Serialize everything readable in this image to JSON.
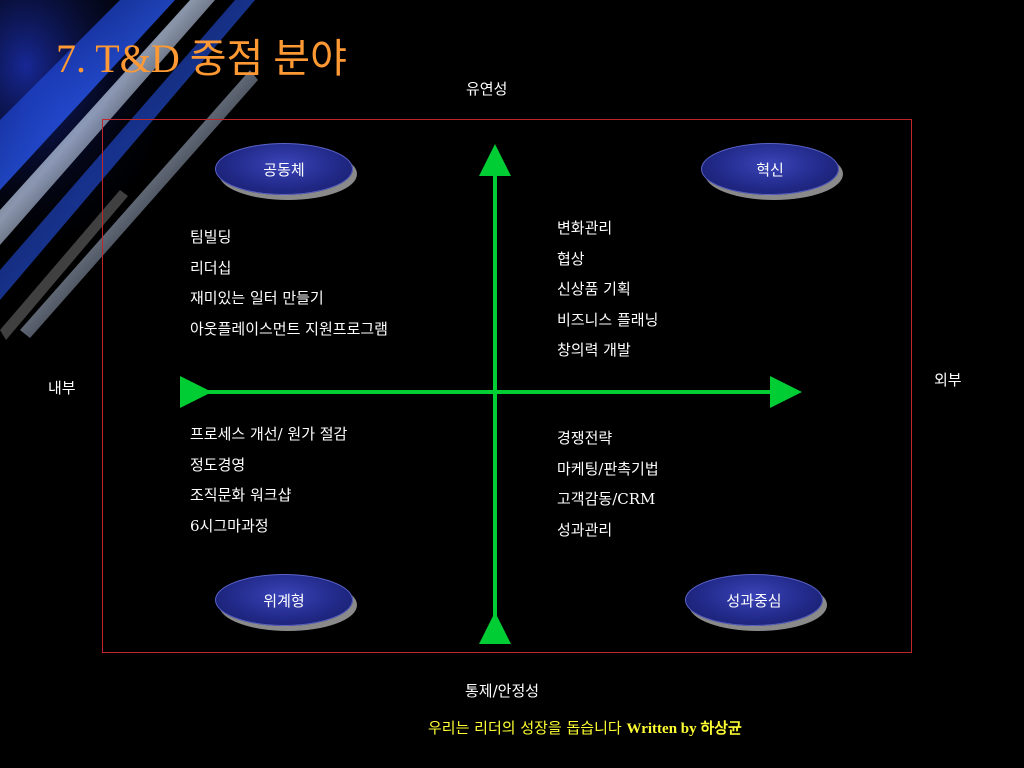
{
  "slide": {
    "title": "7. T&D 중점 분야",
    "footer": {
      "text": "우리는 리더의 성장을 돕습니다",
      "written_by": "Written by 하상균"
    }
  },
  "axes": {
    "top": "유연성",
    "bottom": "통제/안정성",
    "left": "내부",
    "right": "외부"
  },
  "quadrants": {
    "top_left": {
      "name": "공동체",
      "items": [
        "팀빌딩",
        "리더십",
        "재미있는 일터 만들기",
        "아웃플레이스먼트 지원프로그램"
      ]
    },
    "top_right": {
      "name": "혁신",
      "items": [
        "변화관리",
        "협상",
        "신상품 기획",
        "비즈니스 플래닝",
        "창의력 개발"
      ]
    },
    "bottom_left": {
      "name": "위계형",
      "items": [
        "프로세스 개선/ 원가 절감",
        "정도경영",
        "조직문화 워크샵",
        "6시그마과정"
      ]
    },
    "bottom_right": {
      "name": "성과중심",
      "items": [
        "경쟁전략",
        "마케팅/판촉기법",
        "고객감동/CRM",
        "성과관리"
      ]
    }
  },
  "colors": {
    "background": "#000000",
    "title": "#ff9933",
    "frame": "#c0272d",
    "arrows": "#00cc33",
    "pill": "#222a8a",
    "footer": "#ffff33"
  }
}
